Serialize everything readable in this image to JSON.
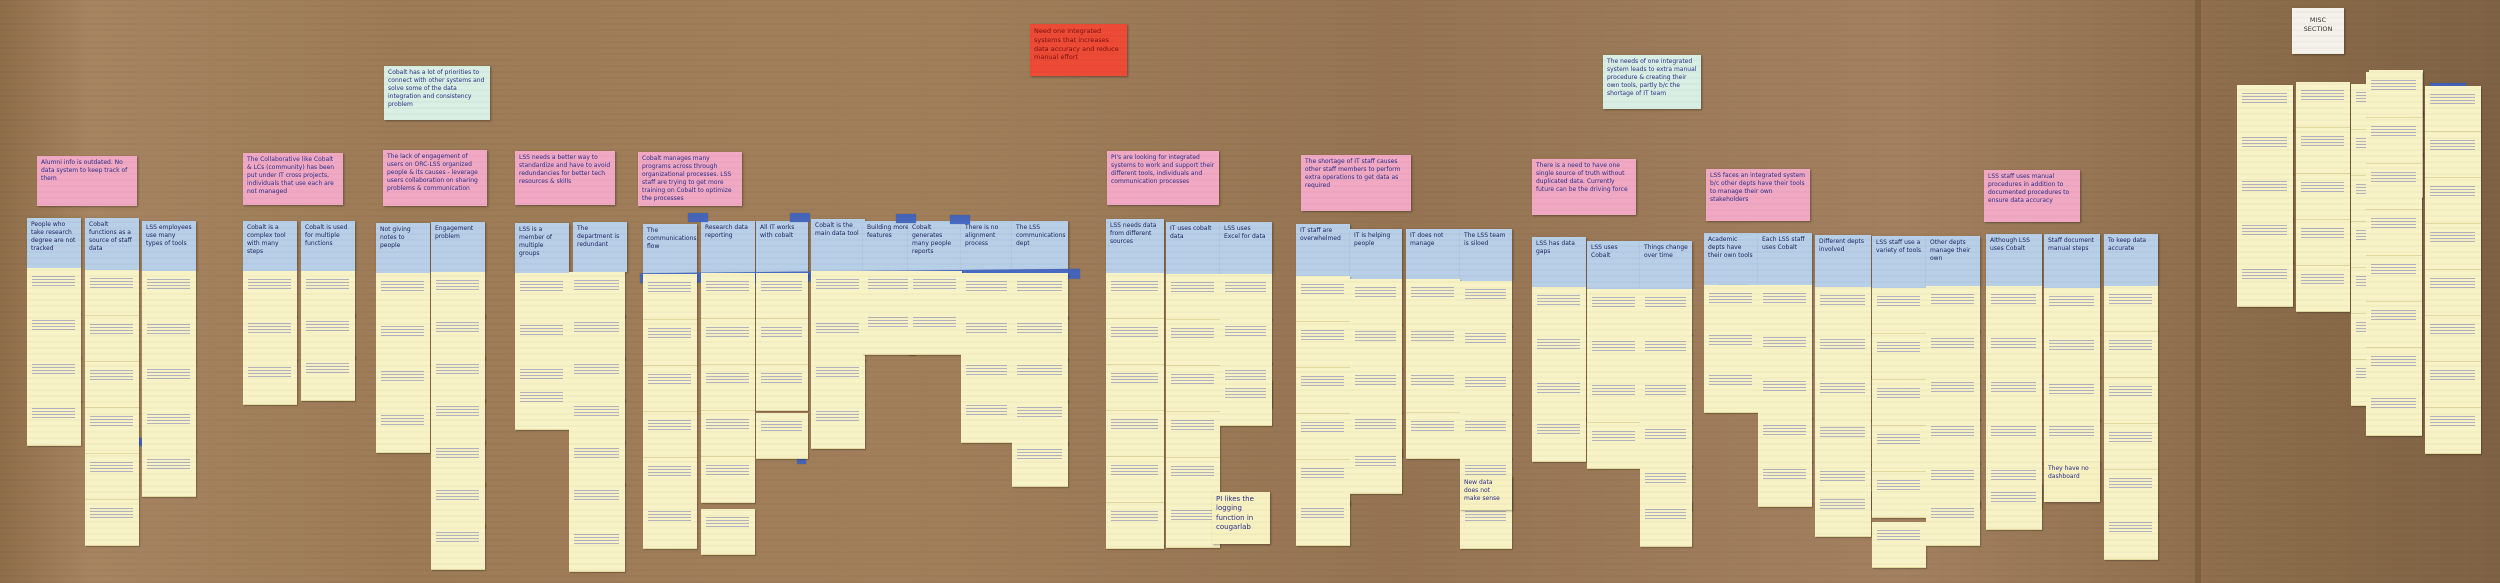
{
  "board": {
    "top_notes": {
      "integrated_systems": "Need one integrated systems that increases data accuracy and reduce manual effort",
      "misc_section": "MISC SECTION",
      "cobalt_priorities": "Cobalt has a lot of priorities to connect with other systems and solve some of the data integration and consistency problem",
      "one_integrated_system": "The needs of one integrated system leads to extra manual procedure & creating their own tools, partly b/c the shortage of IT team"
    },
    "theme_notes": [
      "Alumni info is outdated. No data system to keep track of them",
      "The Collaborative like Cobalt & LCs (community) has been put under IT cross projects, individuals that use each are not managed",
      "The lack of engagement of users on ORC-LSS organized people & its causes - leverage users collaboration on sharing problems & communication",
      "LSS needs a better way to standardize and have to avoid redundancies for better tech resources & skills",
      "Cobalt manages many programs across through organizational processes. LSS staff are trying to get more training on Cobalt to optimize the processes",
      "PI's are looking for integrated systems to work and support their different tools, individuals and communication processes",
      "The shortage of IT staff causes other staff members to perform extra operations to get data as required",
      "There is a need to have one single source of truth without duplicated data. Currently future can be the driving force",
      "LSS faces an integrated system b/c other depts have their tools to manage their own stakeholders",
      "LSS staff uses manual procedures in addition to documented procedures to ensure data accuracy"
    ],
    "header_notes": [
      "People who take research degree are not tracked",
      "Cobalt functions as a source of staff data",
      "LSS employees use many types of tools",
      "Cobalt is a complex tool with many steps",
      "Cobalt is used for multiple functions",
      "Not giving notes to people",
      "Engagement problem",
      "LSS is a member of multiple groups",
      "The department is redundant",
      "The communications flow",
      "Research data reporting",
      "All IT works with cobalt",
      "Cobalt is the main data tool",
      "Building more features",
      "Cobalt generates many people reports",
      "There is no alignment process",
      "The LSS communications dept",
      "LSS needs data from different sources",
      "IT uses cobalt data",
      "LSS uses Excel for data",
      "IT staff are overwhelmed",
      "IT is helping people",
      "IT does not manage",
      "The LSS team is siloed",
      "LSS has data gaps",
      "LSS uses Cobalt",
      "Things change over time",
      "Academic depts have their own tools",
      "Each LSS staff uses Cobalt",
      "Different depts involved",
      "LSS staff use a variety of tools",
      "Other depts manage their own",
      "Although LSS uses Cobalt",
      "Staff document manual steps",
      "To keep data accurate"
    ],
    "handwritten_notes": {
      "pi_logging": "PI likes the logging function in cougarlab",
      "they_have_a_dashboard": "They have no dashboard",
      "new_data": "New data does not make sense"
    },
    "pink_accent": "#f1a9c3",
    "red_accent": "#ee4b36",
    "teal_accent": "#d9efe3",
    "tape_color": "#3f63c2"
  }
}
